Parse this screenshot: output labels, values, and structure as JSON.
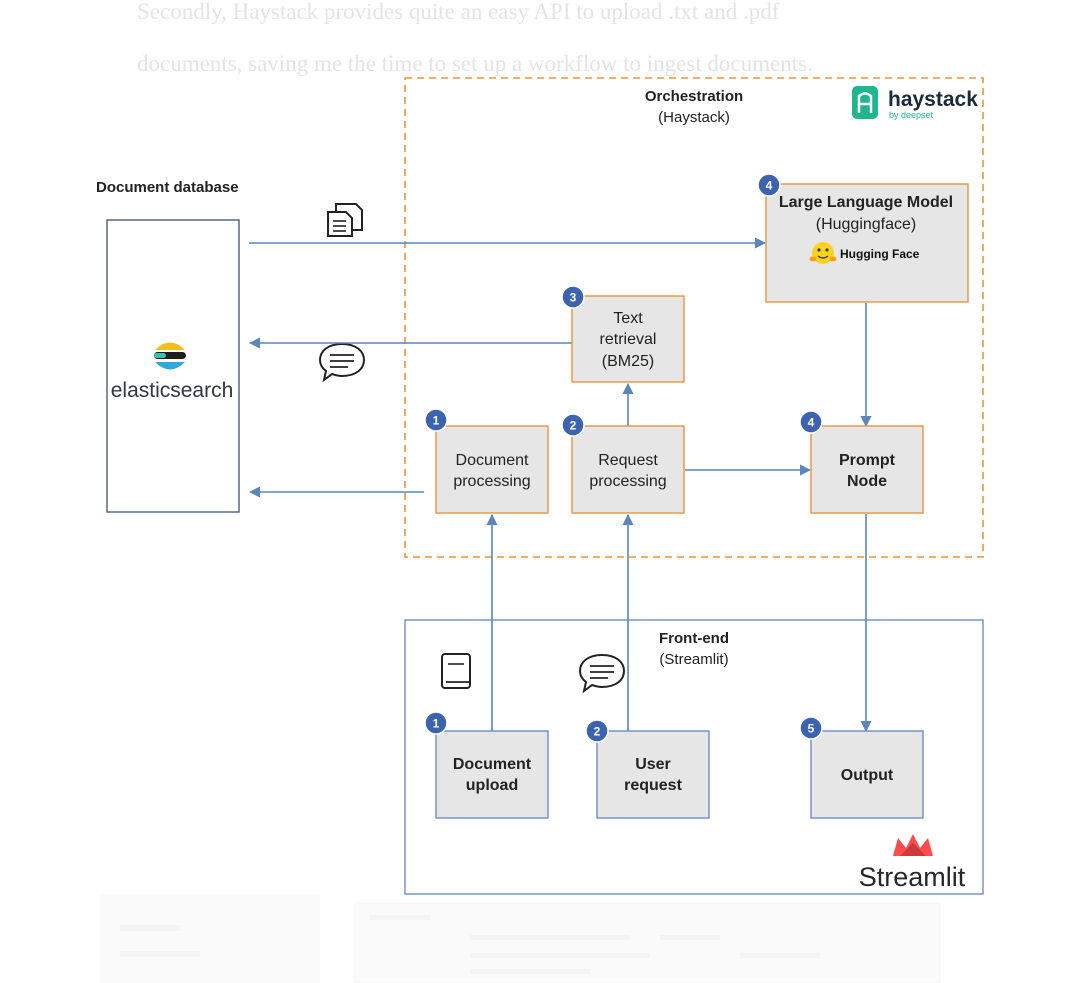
{
  "article": {
    "line1": "Secondly, Haystack provides quite an easy API to upload .txt and .pdf",
    "line2": "documents, saving me the time to set up a workflow to ingest documents."
  },
  "diagram": {
    "orchestration": {
      "title": "Orchestration",
      "subtitle": "(Haystack)"
    },
    "haystack_logo": {
      "name": "haystack",
      "tagline": "by deepset"
    },
    "document_database": {
      "title": "Document database",
      "logo": "elasticsearch"
    },
    "llm": {
      "badge": "4",
      "title": "Large Language Model",
      "subtitle": "(Huggingface)",
      "brand": "Hugging Face"
    },
    "text_retrieval": {
      "badge": "3",
      "line1": "Text",
      "line2": "retrieval",
      "line3": "(BM25)"
    },
    "document_processing": {
      "badge": "1",
      "line1": "Document",
      "line2": "processing"
    },
    "request_processing": {
      "badge": "2",
      "line1": "Request",
      "line2": "processing"
    },
    "prompt_node": {
      "badge": "4",
      "line1": "Prompt",
      "line2": "Node"
    },
    "frontend": {
      "title": "Front-end",
      "subtitle": "(Streamlit)",
      "logo": "Streamlit"
    },
    "document_upload": {
      "badge": "1",
      "line1": "Document",
      "line2": "upload"
    },
    "user_request": {
      "badge": "2",
      "line1": "User",
      "line2": "request"
    },
    "output": {
      "badge": "5",
      "label": "Output"
    }
  },
  "colors": {
    "orchestration_border": "#e8943c",
    "frontend_border": "#6b8fc0",
    "arrow": "#5b86bd",
    "badge": "#3b63b0",
    "box_fill": "#e6e6e6",
    "haystack_green": "#1fb58f",
    "streamlit_red": "#ff4b4b"
  }
}
